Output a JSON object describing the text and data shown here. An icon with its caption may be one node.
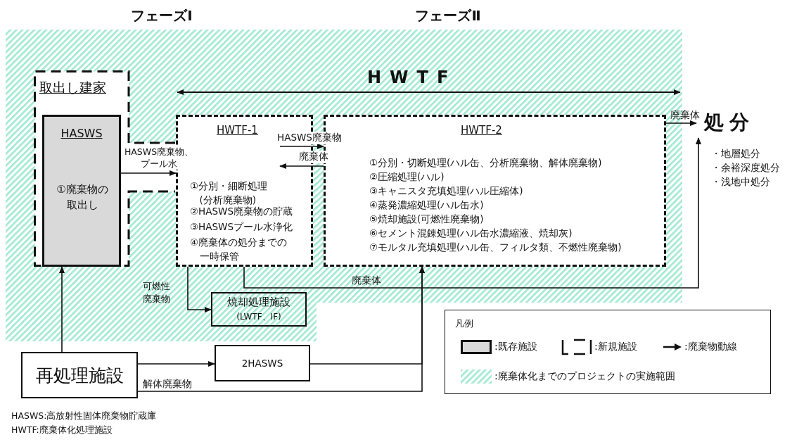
{
  "diagram": {
    "nodes": [
      {
        "text": [
          "フェーズⅠ"
        ]
      },
      {
        "text": [
          "フェーズⅡ"
        ]
      },
      {
        "text": [
          "取出し建家"
        ],
        "in": 0
      },
      {
        "text": [
          "HASWS",
          "①廃棄物の取出し"
        ],
        "in": 2
      },
      {
        "text": [
          "HWTF-1",
          "①分別・細断処理(分析廃棄物)",
          "②HASWS廃棄物の貯蔵",
          "③HASWSプール水浄化",
          "④廃棄体の処分までの一時保管"
        ],
        "in": 0
      },
      {
        "text": [
          "HWTF-2",
          "①分別・切断処理(ハル缶、分析廃棄物、解体廃棄物)",
          "②圧縮処理(ハル)",
          "③キャニスタ充填処理(ハル圧縮体)",
          "④蒸発濃縮処理(ハル缶水)",
          "⑤焼却施設(可燃性廃棄物)",
          "⑥セメント混錬処理(ハル缶水濃縮液、焼却灰)",
          "⑦モルタル充填処理(ハル缶、フィルタ類、不燃性廃棄物)"
        ],
        "in": 1
      },
      {
        "text": [
          "処分"
        ],
        "beside": [
          "・地層処分",
          "・余裕深度処分",
          "・浅地中処分"
        ]
      },
      {
        "text": [
          "焼却処理施設",
          "(LWTF、IF)"
        ],
        "in": 0
      },
      {
        "text": [
          "再処理施設"
        ]
      },
      {
        "text": [
          "2HASWS"
        ]
      }
    ],
    "edges": [
      {
        "from": 3,
        "to": 4,
        "arrow": "to",
        "label": "HASWS廃棄物、プール水"
      },
      {
        "from": 4,
        "to": 5,
        "arrow": "to",
        "label": "HASWS廃棄物"
      },
      {
        "from": 5,
        "to": 4,
        "arrow": "to",
        "label": "廃棄体"
      },
      {
        "from": 5,
        "to": 6,
        "arrow": "to",
        "label": "廃棄体"
      },
      {
        "from": 4,
        "to": 7,
        "arrow": "to",
        "label": "可燃性廃棄物"
      },
      {
        "from": 4,
        "to": 6,
        "arrow": "to",
        "label": "廃棄体"
      },
      {
        "from": 8,
        "to": 3,
        "arrow": "to"
      },
      {
        "from": 8,
        "to": 9,
        "arrow": "to"
      },
      {
        "from": 9,
        "to": 5,
        "arrow": "to"
      },
      {
        "from": 8,
        "to": 5,
        "arrow": "to",
        "label": "解体廃棄物"
      }
    ],
    "labels": [
      "HWTF",
      "凡例",
      "HASWS:高放射性固体廃棄物貯蔵庫",
      "HWTF:廃棄体化処理施設"
    ],
    "legend": [
      {
        "text": ":既存施設",
        "color": "#d9d9d9"
      },
      {
        "text": ":新規施設"
      },
      {
        "text": ":廃棄物動線"
      },
      {
        "text": ":廃棄体化までのプロジェクトの実施範囲"
      }
    ]
  }
}
